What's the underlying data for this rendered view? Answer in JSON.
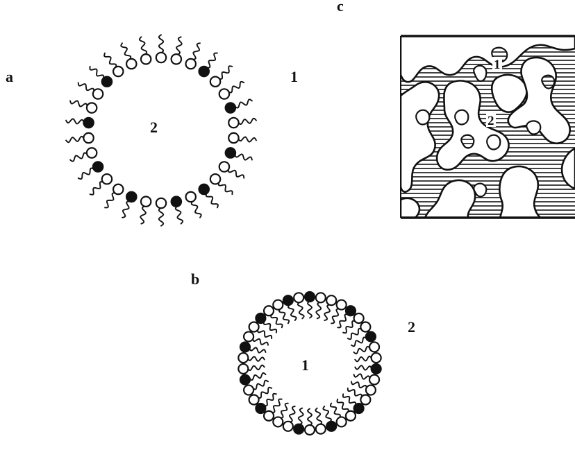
{
  "panels": {
    "a": {
      "letter": "a",
      "outside_label": "1",
      "inside_label": "2",
      "structure": "micelle-tails-outward",
      "dark_heads": [
        3,
        6,
        9,
        12,
        14,
        17,
        20,
        23,
        26
      ]
    },
    "b": {
      "letter": "b",
      "outside_label": "2",
      "inside_label": "1",
      "structure": "reverse-micelle-tails-inward",
      "dark_heads": [
        0,
        4,
        7,
        10,
        14,
        17,
        20,
        24,
        27,
        30,
        33,
        36
      ]
    },
    "c": {
      "letter": "c",
      "label_1": "1",
      "label_2": "2",
      "structure": "bicontinuous-microemulsion"
    }
  },
  "colors": {
    "ink": "#111111",
    "background": "#ffffff"
  }
}
